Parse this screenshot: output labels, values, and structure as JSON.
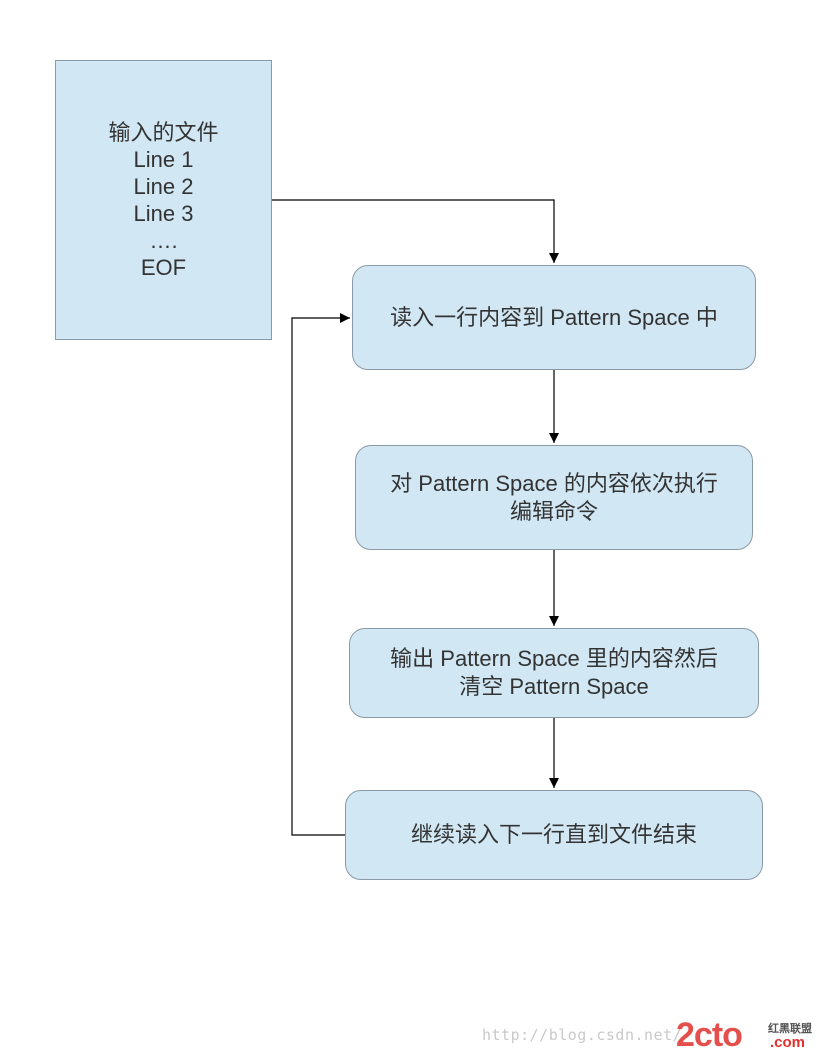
{
  "input_box": {
    "lines": [
      "输入的文件",
      "Line 1",
      "Line 2",
      "Line 3",
      "….",
      "EOF"
    ]
  },
  "steps": {
    "read_line": "读入一行内容到 Pattern Space 中",
    "apply_commands": {
      "line1": "对 Pattern Space 的内容依次执行",
      "line2": "编辑命令"
    },
    "output_clear": {
      "line1": "输出 Pattern Space 里的内容然后",
      "line2": "清空 Pattern Space"
    },
    "continue": "继续读入下一行直到文件结束"
  },
  "watermark": {
    "url": "http://blog.csdn.net/",
    "logo": "2cto",
    "logo_cn": "红黑联盟",
    "logo_com": ".com"
  },
  "colors": {
    "box_fill": "#d1e7f4",
    "box_border": "#8a9aa6",
    "line": "#000000"
  }
}
